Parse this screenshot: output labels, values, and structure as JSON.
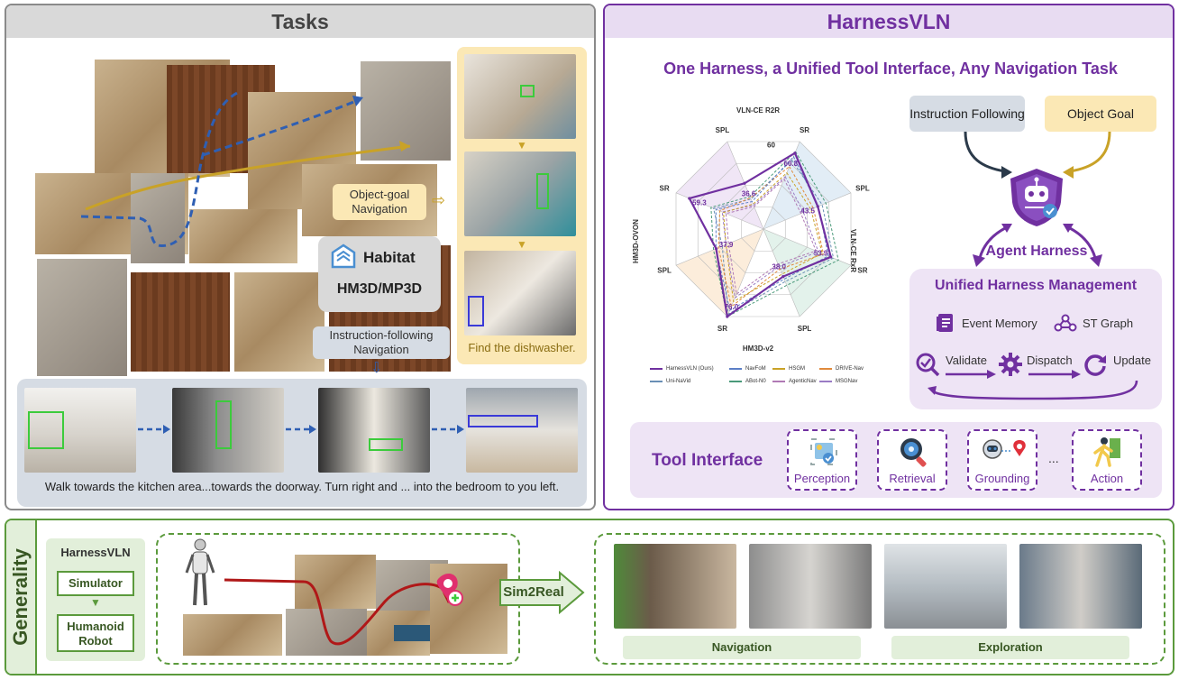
{
  "tasks": {
    "title": "Tasks",
    "object_goal_label": "Object-goal Navigation",
    "instruction_label": "Instruction-following Navigation",
    "habitat_title": "Habitat",
    "habitat_subtitle": "HM3D/MP3D",
    "find_caption": "Find the dishwasher.",
    "instruction_text": "Walk towards the kitchen area...towards the doorway. Turn right and ... into the bedroom to you left."
  },
  "harness": {
    "title": "HarnessVLN",
    "headline": "One Harness, a Unified Tool Interface, Any Navigation Task",
    "instruction_following": "Instruction Following",
    "object_goal": "Object Goal",
    "agent_harness": "Agent Harness",
    "mgmt_title": "Unified Harness Management",
    "event_memory": "Event Memory",
    "st_graph": "ST Graph",
    "validate": "Validate",
    "dispatch": "Dispatch",
    "update": "Update",
    "tool_interface": "Tool Interface",
    "tools": [
      "Perception",
      "Retrieval",
      "Grounding",
      "Action"
    ],
    "ellipsis": "..."
  },
  "chart_data": {
    "type": "radar",
    "axes": [
      "SR",
      "SPL",
      "SR",
      "SPL",
      "SR",
      "SPL",
      "SR",
      "SPL"
    ],
    "groups": [
      "VLN-CE R2R",
      "VLN-CE RxR",
      "HM3D-v2",
      "HM3D-OVON"
    ],
    "tick_label": "60",
    "rmax": 70,
    "series": [
      {
        "name": "HarnessVLN (Ours)",
        "values": [
          60.8,
          43.5,
          53.9,
          38.0,
          76.0,
          37.9,
          59.3,
          36.6
        ],
        "color": "#7030a0"
      },
      {
        "name": "NavFoM",
        "values": [
          58,
          44,
          52,
          40,
          65,
          38,
          38,
          22
        ],
        "color": "#5b7fc7"
      },
      {
        "name": "HSGM",
        "values": [
          45,
          38,
          47,
          36,
          58,
          30,
          32,
          20
        ],
        "color": "#c9a227"
      },
      {
        "name": "DRIVE-Nav",
        "values": [
          50,
          40,
          48,
          32,
          62,
          36,
          35,
          25
        ],
        "color": "#e08a3c"
      },
      {
        "name": "Uni-NaVid",
        "values": [
          55,
          47,
          56,
          42,
          68,
          33,
          40,
          24
        ],
        "color": "#6a8fb5"
      },
      {
        "name": "ABot-N0",
        "values": [
          62,
          50,
          60,
          45,
          70,
          40,
          42,
          26
        ],
        "color": "#4a9a7a"
      },
      {
        "name": "AgenticNav",
        "values": [
          40,
          30,
          42,
          28,
          52,
          28,
          30,
          18
        ],
        "color": "#b07ab5"
      },
      {
        "name": "MSGNav",
        "values": [
          42,
          32,
          44,
          30,
          55,
          30,
          33,
          19
        ],
        "color": "#9a7bc4"
      }
    ],
    "data_labels": [
      "60.8",
      "43.5",
      "53.9",
      "38.0",
      "76.0",
      "37.9",
      "59.3",
      "36.6"
    ]
  },
  "generality": {
    "label": "Generality",
    "harness_title": "HarnessVLN",
    "simulator": "Simulator",
    "humanoid_robot": "Humanoid Robot",
    "sim2real": "Sim2Real",
    "navigation": "Navigation",
    "exploration": "Exploration"
  },
  "colors": {
    "purple": "#7030a0",
    "green": "#5b9a3c",
    "gold": "#c9a227",
    "blue_path": "#2f5fb3",
    "red_path": "#b01818"
  }
}
